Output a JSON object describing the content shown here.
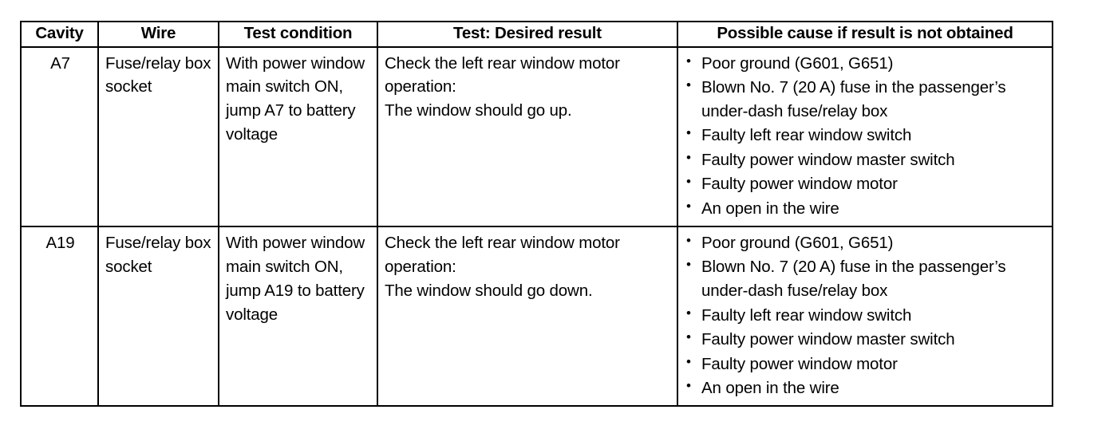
{
  "table": {
    "headers": [
      "Cavity",
      "Wire",
      "Test condition",
      "Test: Desired result",
      "Possible cause if result is not obtained"
    ],
    "rows": [
      {
        "cavity": "A7",
        "wire": "Fuse/relay box socket",
        "test_condition": "With power window main switch ON, jump A7 to battery voltage",
        "desired_result_line1": "Check the left rear window motor operation:",
        "desired_result_line2": "The window should go up.",
        "causes": [
          "Poor ground (G601, G651)",
          "Blown No. 7 (20 A) fuse in the passenger’s under-dash fuse/relay box",
          "Faulty left rear window switch",
          "Faulty power window master switch",
          "Faulty power window motor",
          "An open in the wire"
        ]
      },
      {
        "cavity": "A19",
        "wire": "Fuse/relay box socket",
        "test_condition": "With power window main switch ON, jump A19 to battery voltage",
        "desired_result_line1": "Check the left rear window motor operation:",
        "desired_result_line2": "The window should go down.",
        "causes": [
          "Poor ground (G601, G651)",
          "Blown No. 7 (20 A) fuse in the passenger’s under-dash fuse/relay box",
          "Faulty left rear window switch",
          "Faulty power window master switch",
          "Faulty power window motor",
          "An open in the wire"
        ]
      }
    ]
  },
  "colors": {
    "text": "#000000",
    "border": "#000000",
    "background": "#ffffff"
  }
}
